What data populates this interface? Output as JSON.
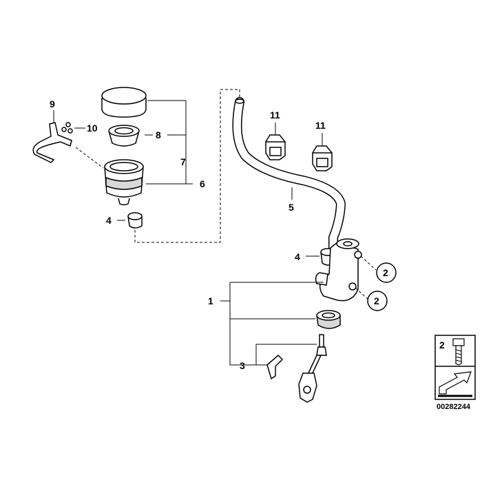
{
  "callouts": {
    "p1": "1",
    "p2a": "2",
    "p2b": "2",
    "p3": "3",
    "p4a": "4",
    "p4b": "4",
    "p5": "5",
    "p6": "6",
    "p7": "7",
    "p8": "8",
    "p9": "9",
    "p10": "10",
    "p11a": "11",
    "p11b": "11"
  },
  "legend": {
    "item_number": "2",
    "document_number": "00282244"
  }
}
